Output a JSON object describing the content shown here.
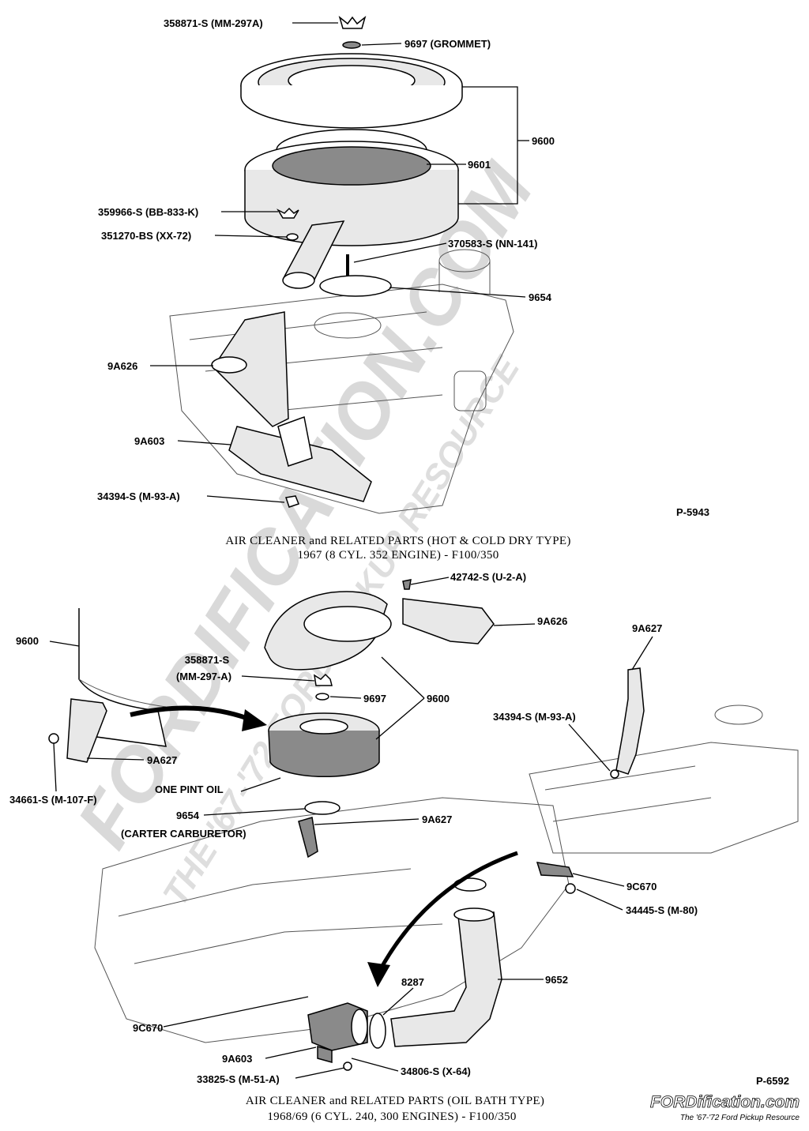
{
  "watermark": {
    "main": "FORDIFICATION.COM",
    "tagline": "THE '67-'72 FORD PICKUP RESOURCE"
  },
  "brand_logo": {
    "name": "FORDification.com",
    "tagline": "The '67-'72 Ford Pickup Resource"
  },
  "top_diagram": {
    "figure_number": "P-5943",
    "caption_line1": "AIR CLEANER and RELATED PARTS (HOT & COLD DRY TYPE)",
    "caption_line2": "1967 (8 CYL. 352 ENGINE) - F100/350",
    "labels": {
      "wing_nut": "358871-S (MM-297A)",
      "grommet": "9697 (GROMMET)",
      "assembly": "9600",
      "element": "9601",
      "wing_nut_2": "359966-S (BB-833-K)",
      "washer": "351270-BS (XX-72)",
      "stud": "370583-S (NN-141)",
      "gasket": "9654",
      "duct": "9A626",
      "shroud": "9A603",
      "nut": "34394-S (M-93-A)"
    }
  },
  "bottom_diagram": {
    "figure_number": "P-6592",
    "caption_line1": "AIR CLEANER and RELATED PARTS (OIL BATH TYPE)",
    "caption_line2": "1968/69 (6 CYL. 240, 300 ENGINES) - F100/350",
    "labels": {
      "screw": "42742-S (U-2-A)",
      "duct": "9A626",
      "bracket_right": "9A627",
      "assembly_left": "9600",
      "wing_nut_line1": "358871-S",
      "wing_nut_line2": "(MM-297-A)",
      "grommet": "9697",
      "assembly_center": "9600",
      "nut_right": "34394-S (M-93-A)",
      "bracket_left": "9A627",
      "screw_left": "34661-S (M-107-F)",
      "oil_note": "ONE PINT OIL",
      "gasket": "9654",
      "carb_note": "(CARTER CARBURETOR)",
      "bracket_center": "9A627",
      "valve_right": "9C670",
      "screw_right": "34445-S (M-80)",
      "hose": "9652",
      "clamp": "8287",
      "valve_left": "9C670",
      "shroud": "9A603",
      "screw_bottom": "33825-S (M-51-A)",
      "clamp_screw": "34806-S (X-64)"
    }
  }
}
